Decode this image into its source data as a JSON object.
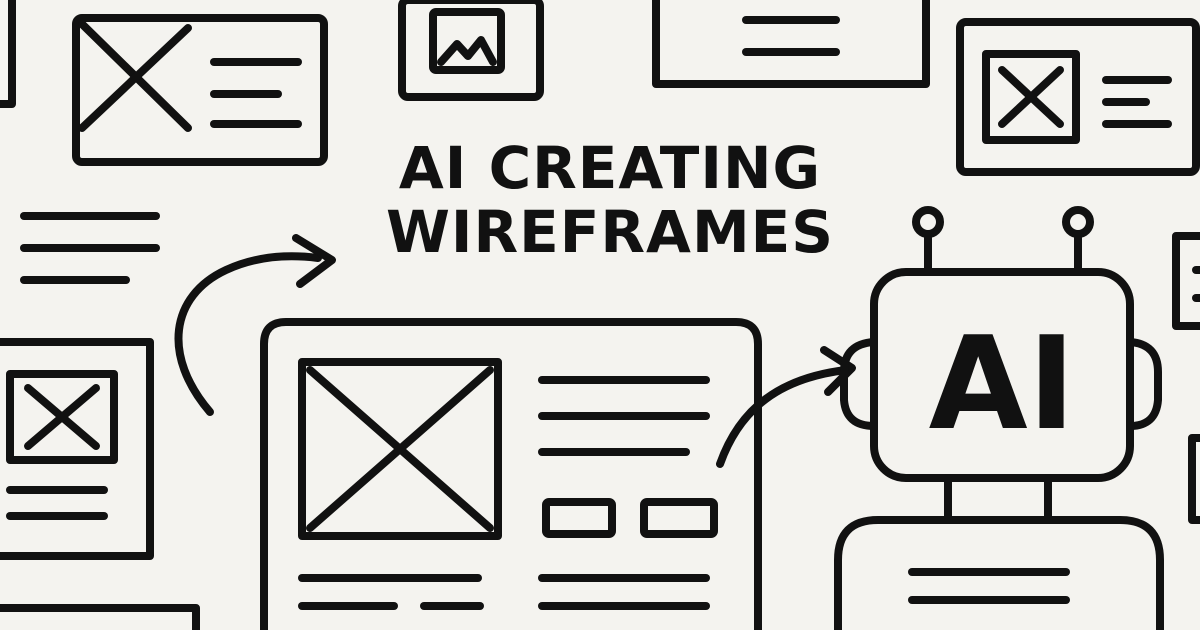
{
  "title": {
    "line1": "AI CREATING",
    "line2": "WIREFRAMES"
  },
  "robot": {
    "face_label": "AI"
  },
  "colors": {
    "background": "#f4f3ef",
    "ink": "#111111",
    "panel": "#f7f6f3"
  },
  "icons": [
    "image-placeholder-icon",
    "image-crossed-icon",
    "arrow-icon",
    "robot-icon"
  ]
}
